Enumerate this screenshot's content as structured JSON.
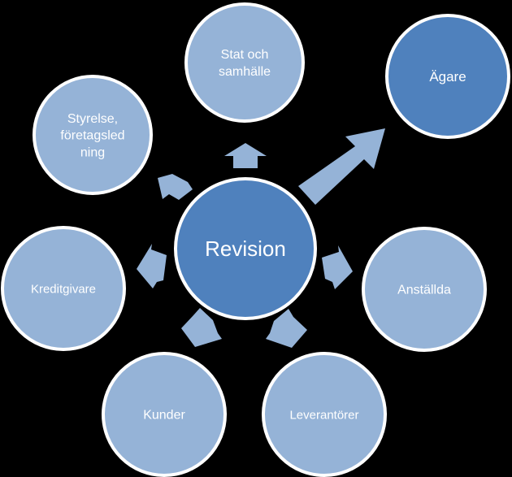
{
  "diagram": {
    "center": {
      "label": "Revision"
    },
    "nodes": [
      {
        "id": "stat",
        "lines": [
          "Stat och",
          "samhälle"
        ],
        "highlight": false
      },
      {
        "id": "agare",
        "lines": [
          "Ägare"
        ],
        "highlight": true
      },
      {
        "id": "anstallda",
        "lines": [
          "Anställda"
        ],
        "highlight": false
      },
      {
        "id": "leverantorer",
        "lines": [
          "Leverantörer"
        ],
        "highlight": false
      },
      {
        "id": "kunder",
        "lines": [
          "Kunder"
        ],
        "highlight": false
      },
      {
        "id": "kreditgivare",
        "lines": [
          "Kreditgivare"
        ],
        "highlight": false
      },
      {
        "id": "styrelse",
        "lines": [
          "Styrelse,",
          "företagsled",
          "ning"
        ],
        "highlight": false
      }
    ]
  },
  "colors": {
    "background": "#000000",
    "center_fill": "#4f81bd",
    "node_fill": "#95b3d7",
    "highlight_fill": "#4f81bd",
    "arrow_fill": "#95b3d7",
    "stroke": "#ffffff",
    "text": "#ffffff"
  }
}
